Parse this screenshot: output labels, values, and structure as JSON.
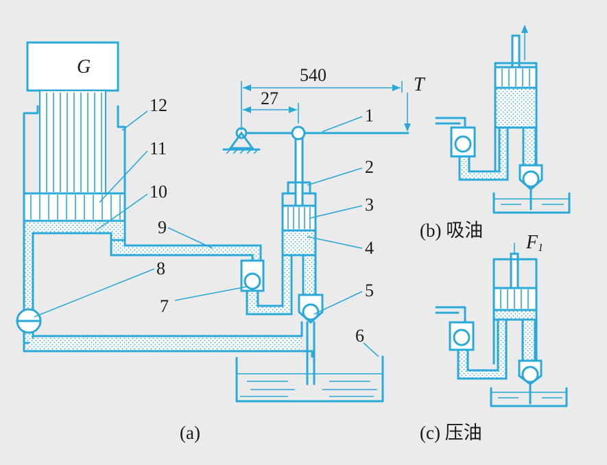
{
  "load_label": "G",
  "force_label": "T",
  "dimensions": {
    "total": "540",
    "short": "27"
  },
  "parts": [
    "1",
    "2",
    "3",
    "4",
    "5",
    "6",
    "7",
    "8",
    "9",
    "10",
    "11",
    "12"
  ],
  "captions": {
    "a": "(a)",
    "b": "(b) 吸油",
    "c": "(c) 压油"
  },
  "force_c": "F",
  "force_c_sub": "1",
  "colors": {
    "line": "#2aa8d8",
    "background": "#ebebeb",
    "text": "#1a1a1a"
  }
}
